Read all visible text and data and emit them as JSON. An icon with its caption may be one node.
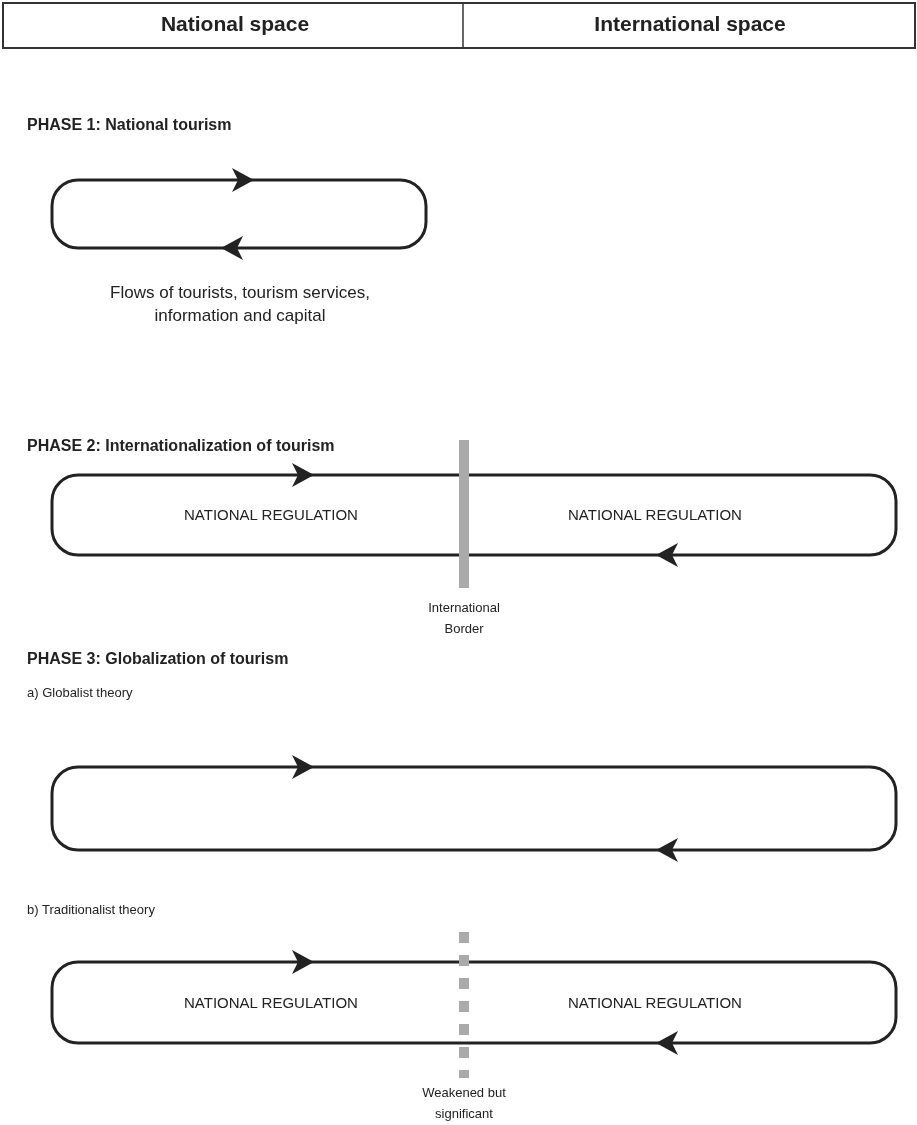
{
  "diagram": {
    "nodes": [
      {
        "text": [],
        "shape": "loop",
        "beside": [
          "Flows of tourists, tourism services, information and capital"
        ]
      },
      {
        "text": [
          "NATIONAL REGULATION",
          "NATIONAL REGULATION"
        ]
      },
      {
        "text": [],
        "shape": "bar",
        "beside": [
          "International Border"
        ]
      },
      {
        "text": [],
        "shape": "loop"
      },
      {
        "text": [
          "NATIONAL REGULATION",
          "NATIONAL REGULATION"
        ]
      },
      {
        "text": [],
        "shape": "bar",
        "beside": [
          "Weakened but significant"
        ]
      }
    ],
    "labels": [
      "National space",
      "International space",
      "PHASE 1: National tourism",
      "PHASE 2: Internationalization of tourism",
      "PHASE 3: Globalization of tourism",
      "a) Globalist theory",
      "b) Traditionalist theory"
    ]
  }
}
